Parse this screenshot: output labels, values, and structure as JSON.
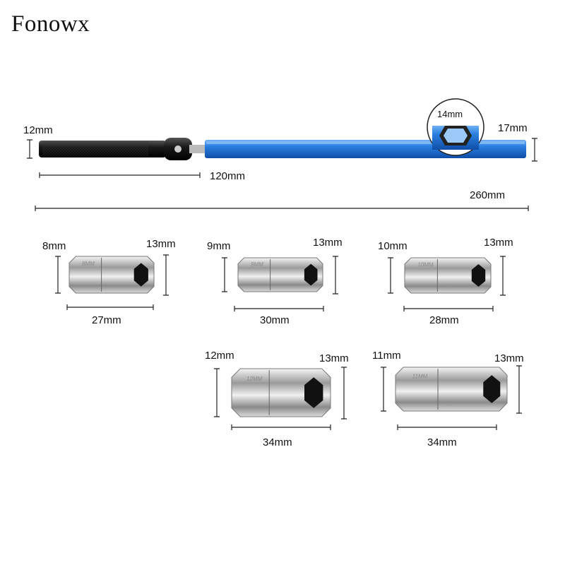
{
  "brand": "Fonowx",
  "tool": {
    "handle_diameter": "12mm",
    "tube_diameter": "17mm",
    "inset_socket": "14mm",
    "handle_length": "120mm",
    "total_length": "260mm"
  },
  "sockets": [
    {
      "inner": "8mm",
      "outer": "13mm",
      "length": "27mm",
      "engraving": "8MM"
    },
    {
      "inner": "9mm",
      "outer": "13mm",
      "length": "30mm",
      "engraving": "9MM"
    },
    {
      "inner": "10mm",
      "outer": "13mm",
      "length": "28mm",
      "engraving": "10MM"
    },
    {
      "inner": "12mm",
      "outer": "13mm",
      "length": "34mm",
      "engraving": "12MM"
    },
    {
      "inner": "11mm",
      "outer": "13mm",
      "length": "34mm",
      "engraving": "11MM"
    }
  ],
  "colors": {
    "tube": "#1f6fd0",
    "handle": "#1a1a1a",
    "chrome": "#c8c8c8"
  }
}
